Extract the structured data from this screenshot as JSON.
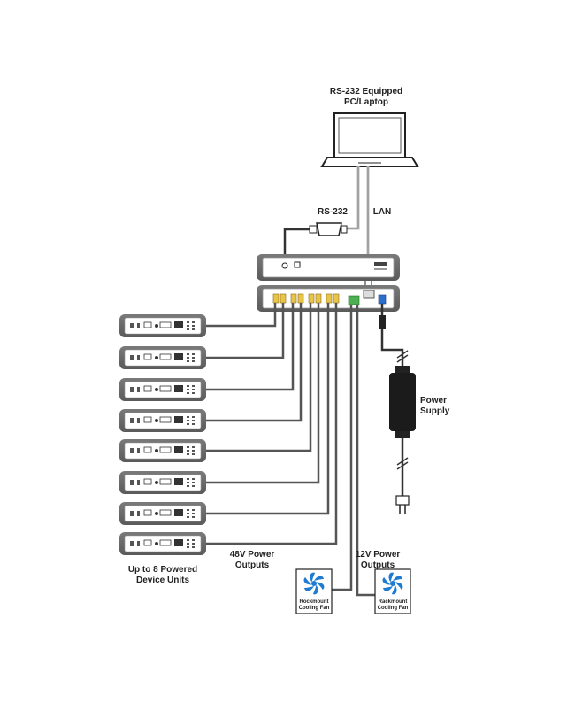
{
  "labels": {
    "pc_line1": "RS-232 Equipped",
    "pc_line2": "PC/Laptop",
    "rs232": "RS-232",
    "lan": "LAN",
    "power_line1": "Power",
    "power_line2": "Supply",
    "devices_line1": "Up to 8 Powered",
    "devices_line2": "Device Units",
    "out48_line1": "48V Power",
    "out48_line2": "Outputs",
    "out12_line1": "12V Power",
    "out12_line2": "Outputs",
    "fan1_line1": "Rockmount",
    "fan1_line2": "Cooling Fan",
    "fan2_line1": "Rackmount",
    "fan2_line2": "Cooling Fan"
  },
  "device_units": 8,
  "colors": {
    "cable": "#555555",
    "cable_light": "#bbbbbb",
    "unit_dark": "#6e6e6e",
    "port_yellow": "#e8c44a",
    "port_green": "#4caf50",
    "port_blue": "#2d6fcf",
    "fan_blue": "#1e7bd1"
  }
}
